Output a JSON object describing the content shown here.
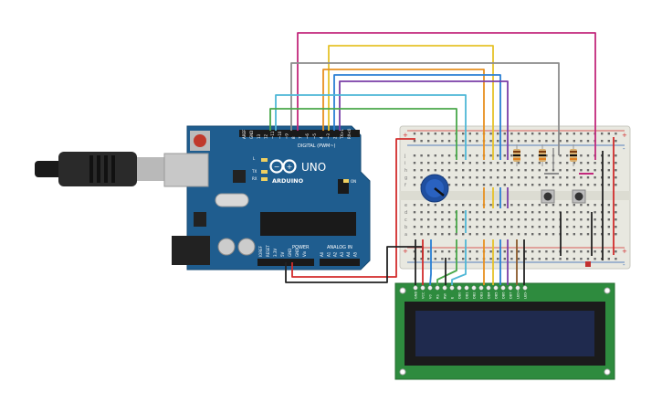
{
  "arduino": {
    "brand": "ARDUINO",
    "model": "UNO",
    "digital_header_label": "DIGITAL (PWM~)",
    "power_label": "POWER",
    "analog_label": "ANALOG IN",
    "aref_label": "AREF",
    "gnd_label": "GND",
    "led_l_label": "L",
    "led_tx_label": "TX",
    "led_rx_label": "RX",
    "on_label": "ON",
    "digital_pins": [
      "13",
      "12",
      "~11",
      "~10",
      "~9",
      "8",
      "7",
      "~6",
      "~5",
      "4",
      "~3",
      "2",
      "TX>1",
      "RX<0"
    ],
    "power_pins": [
      "IOREF",
      "RESET",
      "3.3V",
      "5V",
      "GND",
      "GND",
      "Vin"
    ],
    "analog_pins": [
      "A0",
      "A1",
      "A2",
      "A3",
      "A4",
      "A5"
    ]
  },
  "breadboard": {
    "row_letters_top": [
      "j",
      "i",
      "h",
      "g",
      "f"
    ],
    "row_letters_bottom": [
      "e",
      "d",
      "c",
      "b",
      "a"
    ],
    "rail_plus": "+",
    "rail_minus": "-"
  },
  "lcd": {
    "pin_labels": [
      "GND",
      "VCC",
      "V0",
      "RS",
      "RW",
      "E",
      "DB0",
      "DB1",
      "DB2",
      "DB3",
      "DB4",
      "DB5",
      "DB6",
      "DB7",
      "LED+",
      "LED-"
    ]
  },
  "colors": {
    "board_blue": "#1f5d8f",
    "breadboard_body": "#e8e8e0",
    "lcd_pcb": "#2e8b3e",
    "lcd_screen": "#1f2a4e",
    "wire_magenta": "#c2287c",
    "wire_yellow": "#e6c229",
    "wire_gray": "#8c8c8c",
    "wire_orange": "#e89020",
    "wire_blue": "#2a7fd4",
    "wire_purple": "#7a3fa8",
    "wire_cyan": "#4fb7d6",
    "wire_green": "#49a84a",
    "wire_red": "#d22c2c",
    "wire_black": "#222222",
    "wire_brown": "#8b5a2b"
  }
}
